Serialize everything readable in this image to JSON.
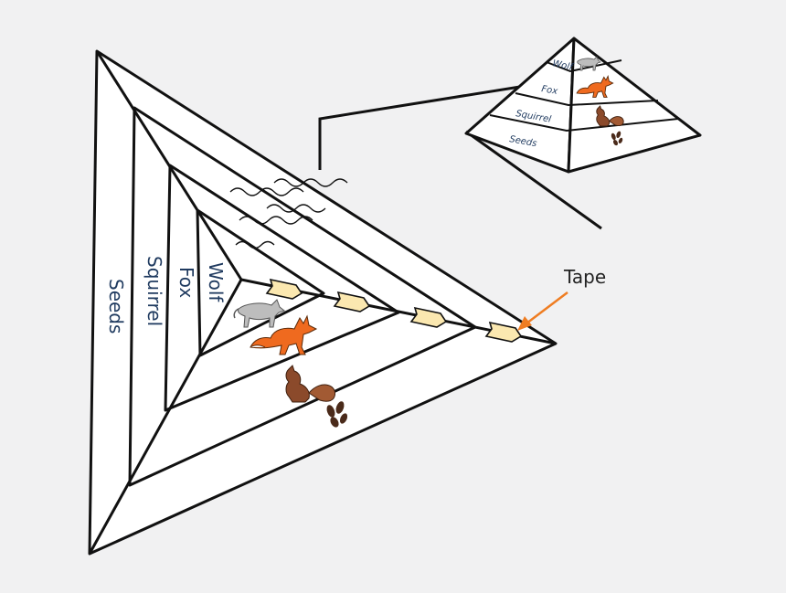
{
  "diagram": {
    "levels": [
      "Seeds",
      "Squirrel",
      "Fox",
      "Wolf"
    ],
    "tape_label": "Tape",
    "colors": {
      "background": "#f1f1f2",
      "outline": "#111111",
      "label_text": "#1f3a5f",
      "tape_fill": "#fbe8b0",
      "arrow": "#ef7d22",
      "fox": "#ef6a1f",
      "wolf": "#b8b8b8",
      "squirrel": "#8b4a2b",
      "seeds": "#4a2a1a"
    },
    "icons": [
      "wolf-icon",
      "fox-icon",
      "squirrel-icon",
      "seeds-icon",
      "tape-icon",
      "arrow-icon",
      "pyramid-icon"
    ]
  }
}
